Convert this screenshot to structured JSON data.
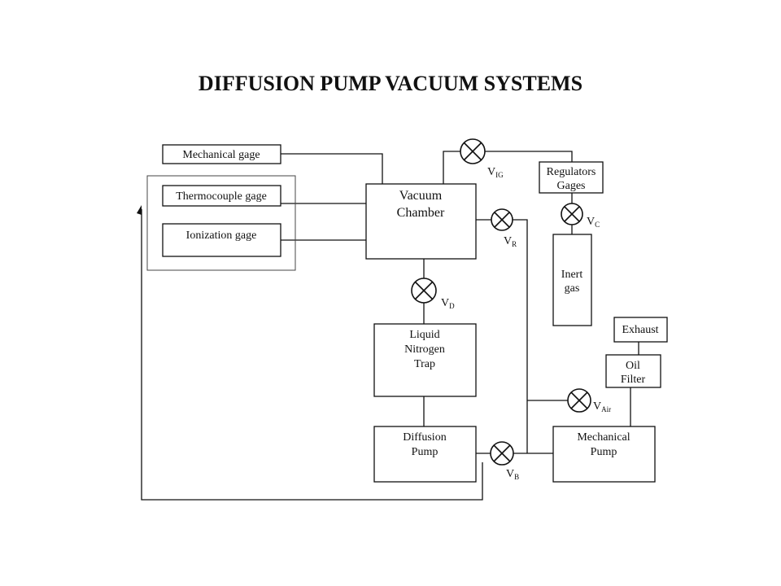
{
  "title": "DIFFUSION PUMP VACUUM SYSTEMS",
  "components": {
    "mechanical_gage": "Mechanical gage",
    "thermocouple_gage": "Thermocouple gage",
    "ionization_gage": "Ionization gage",
    "vacuum_chamber": [
      "Vacuum",
      "Chamber"
    ],
    "regulators_gages": [
      "Regulators",
      "Gages"
    ],
    "inert_gas": [
      "Inert",
      "gas"
    ],
    "exhaust": "Exhaust",
    "oil_filter": [
      "Oil",
      "Filter"
    ],
    "liquid_nitrogen_trap": [
      "Liquid",
      "Nitrogen",
      "Trap"
    ],
    "diffusion_pump": [
      "Diffusion",
      "Pump"
    ],
    "mechanical_pump": [
      "Mechanical",
      "Pump"
    ]
  },
  "valves": {
    "ig": {
      "main": "V",
      "sub": "IG"
    },
    "c": {
      "main": "V",
      "sub": "C"
    },
    "r": {
      "main": "V",
      "sub": "R"
    },
    "d": {
      "main": "V",
      "sub": "D"
    },
    "air": {
      "main": "V",
      "sub": "Air"
    },
    "b": {
      "main": "V",
      "sub": "B"
    }
  }
}
